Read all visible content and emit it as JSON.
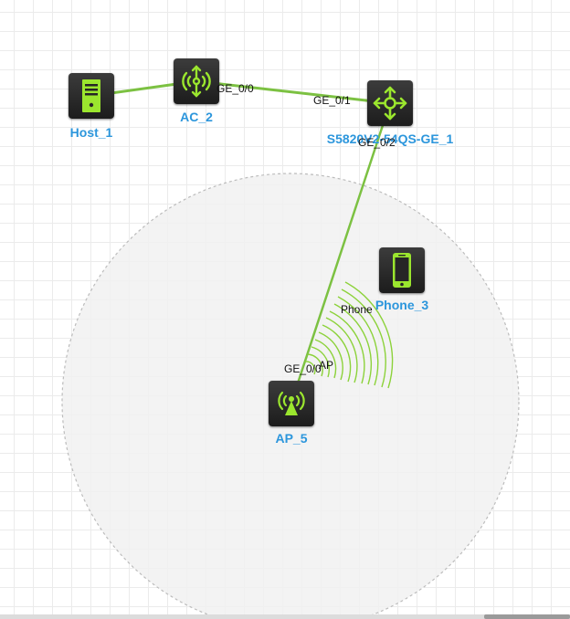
{
  "colors": {
    "link": "#7cc142",
    "icon": "#9be62e",
    "label": "#2c96dc",
    "coverage_fill": "#f1f1f1",
    "coverage_stroke": "#bcbcbc"
  },
  "nodes": {
    "host_1": {
      "label": "Host_1",
      "icon": "server-icon"
    },
    "ac_2": {
      "label": "AC_2",
      "icon": "access-controller-icon"
    },
    "switch_1": {
      "label": "S5820V2-54QS-GE_1",
      "icon": "switch-icon"
    },
    "phone_3": {
      "label": "Phone_3",
      "icon": "smartphone-icon"
    },
    "ap_5": {
      "label": "AP_5",
      "icon": "access-point-icon"
    }
  },
  "ports": {
    "ac_ge00": "GE_0/0",
    "sw_ge01": "GE_0/1",
    "sw_ge02": "GE_0/2",
    "ap_ge00": "GE_0/0",
    "wlan_phone": "Phone",
    "wlan_ap": "AP"
  }
}
